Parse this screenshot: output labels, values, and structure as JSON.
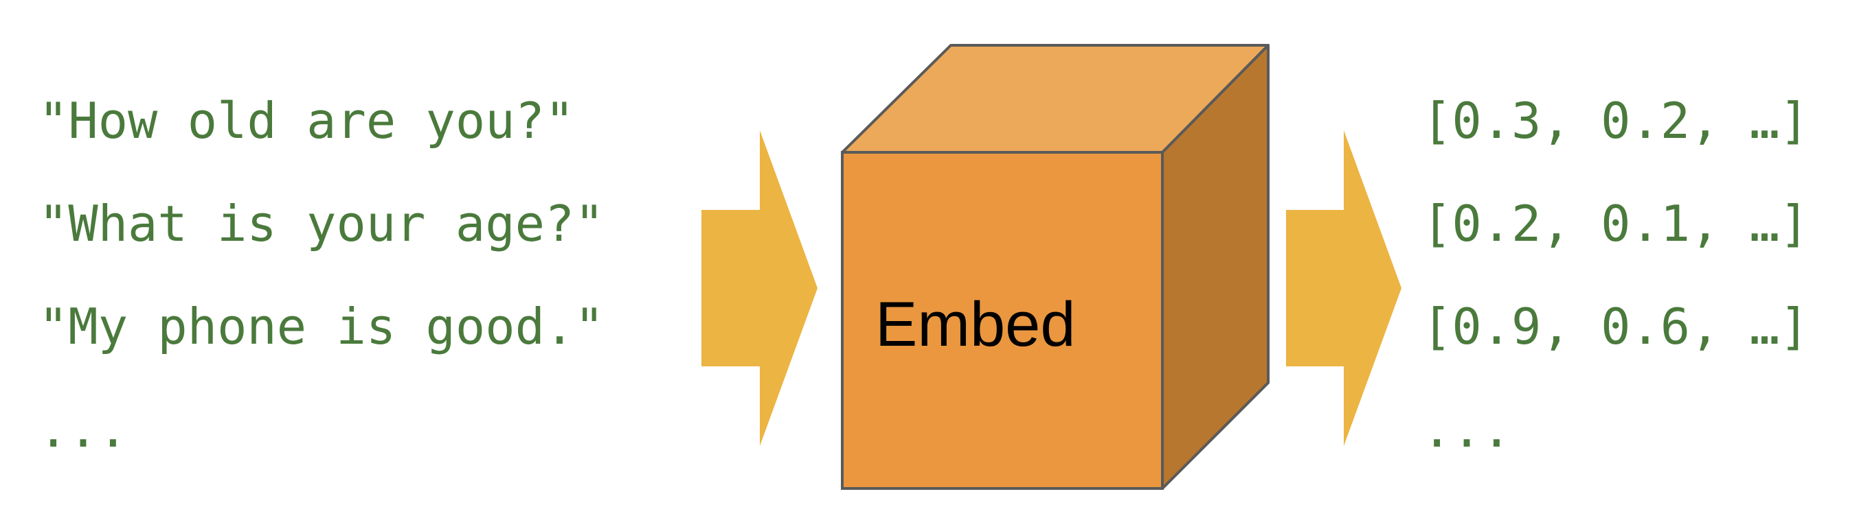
{
  "inputs": {
    "items": [
      "\"How old are you?\"",
      "\"What is your age?\"",
      "\"My phone is good.\"",
      "..."
    ]
  },
  "model": {
    "label": "Embed"
  },
  "outputs": {
    "items": [
      "[0.3, 0.2, …]",
      "[0.2, 0.1, …]",
      "[0.9, 0.6, …]",
      "..."
    ]
  },
  "colors": {
    "text_green": "#4a7a3c",
    "arrow_yellow": "#ecb443",
    "cube_front": "#ea973f",
    "cube_top": "#eca95a",
    "cube_side": "#b8772f",
    "cube_edge": "#5a5a5a"
  }
}
